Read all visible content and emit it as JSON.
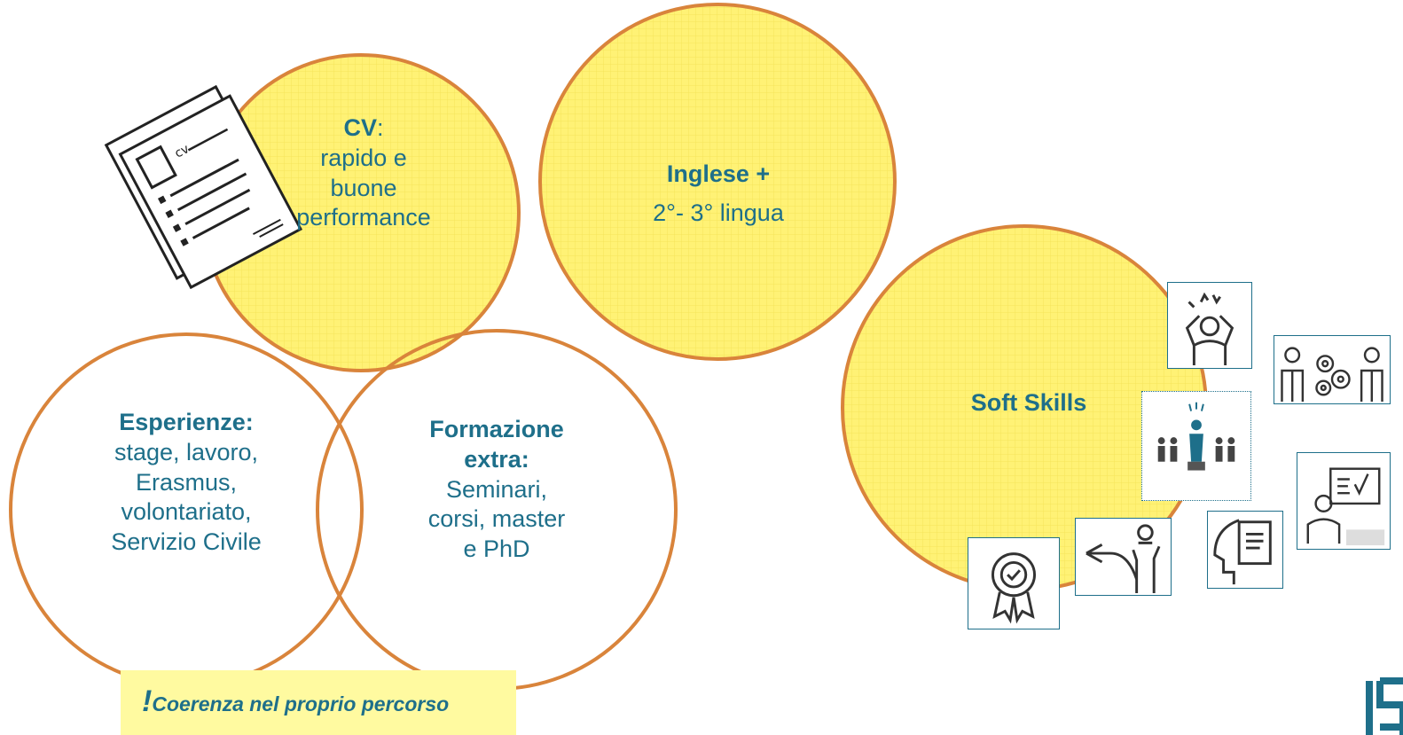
{
  "colors": {
    "circle_fill": "#fff275",
    "circle_stroke": "#d9843b",
    "text": "#1e6f8a",
    "note_fill": "#fffaa0",
    "icon_border": "#1e6f8a"
  },
  "cv": {
    "title": "CV",
    "title_suffix": ":",
    "lines": [
      "rapido e",
      "buone",
      "performance"
    ]
  },
  "inglese": {
    "title": "Inglese +",
    "line": "2°- 3° lingua"
  },
  "soft_skills": {
    "title": "Soft Skills"
  },
  "esperienze": {
    "title": "Esperienze:",
    "lines": [
      "stage, lavoro,",
      "Erasmus,",
      "volontariato,",
      "Servizio Civile"
    ]
  },
  "formazione": {
    "title_lines": [
      "Formazione",
      "extra:"
    ],
    "lines": [
      "Seminari,",
      "corsi, master",
      "e PhD"
    ]
  },
  "note": {
    "bang": "!",
    "text": "Coerenza nel proprio percorso"
  },
  "cv_doc": {
    "label": "cv"
  },
  "icons": [
    "stress-icon",
    "teamwork-gears-icon",
    "leadership-icon",
    "presentation-icon",
    "certificate-icon",
    "decision-icon",
    "mind-document-icon"
  ]
}
